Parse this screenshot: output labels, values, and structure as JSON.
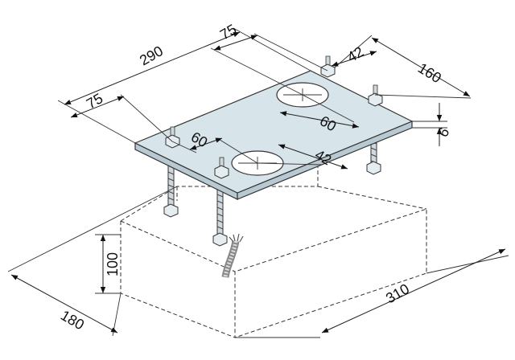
{
  "drawing": {
    "dimensions": {
      "plate_length": "290",
      "plate_width": "160",
      "plate_thickness": "6",
      "hole_offset_left": "75",
      "hole_offset_right": "75",
      "hole_spacing_left": "60",
      "hole_spacing_right": "60",
      "hole_edge_left": "42",
      "hole_edge_right": "42",
      "block_depth": "180",
      "block_height": "100",
      "block_length": "310"
    }
  }
}
